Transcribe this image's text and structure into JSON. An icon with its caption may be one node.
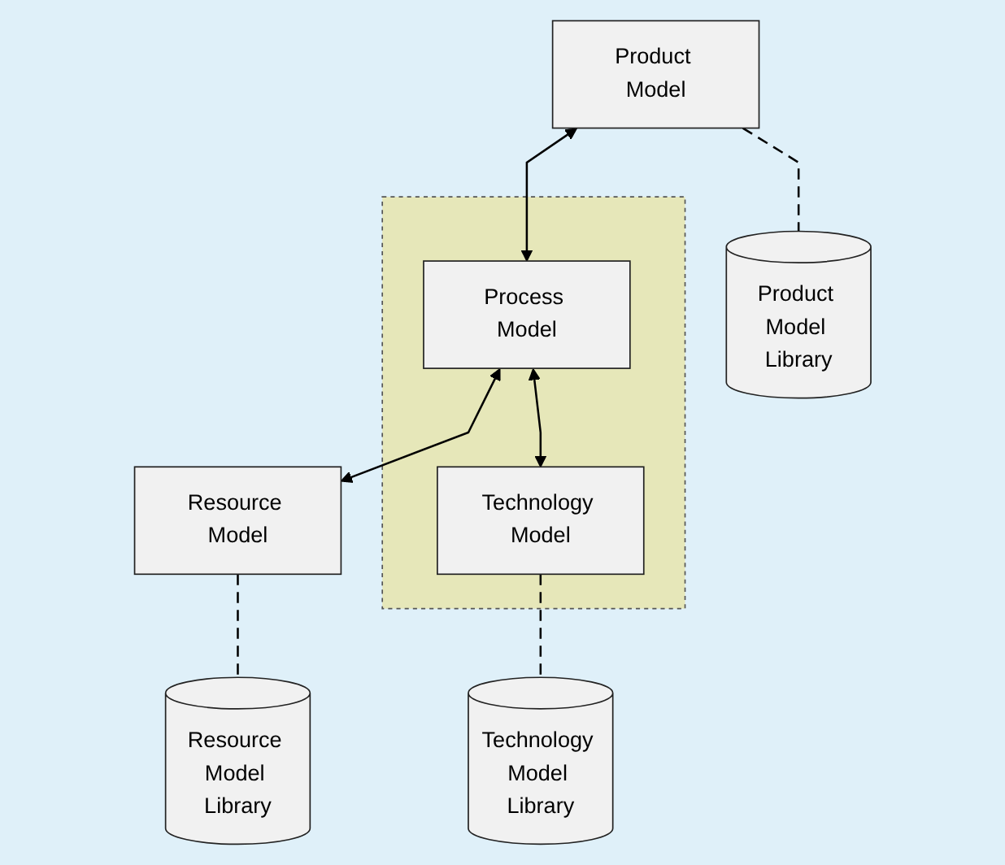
{
  "diagram": {
    "nodes": [
      {
        "text": [
          "Product Model"
        ]
      },
      {
        "text": [],
        "shape": "box"
      },
      {
        "text": [
          "Process Model"
        ],
        "in": 1
      },
      {
        "text": [
          "Technology Model"
        ],
        "in": 1
      },
      {
        "text": [
          "Resource Model"
        ]
      },
      {
        "text": [
          "Product Model Library"
        ]
      },
      {
        "text": [
          "Technology Model Library"
        ]
      },
      {
        "text": [
          "Resource Model Library"
        ]
      }
    ],
    "edges": [
      {
        "from": 0,
        "to": 2,
        "arrow": "both"
      },
      {
        "from": 2,
        "to": 4,
        "arrow": "both"
      },
      {
        "from": 2,
        "to": 3,
        "arrow": "both"
      },
      {
        "from": 0,
        "to": 5,
        "arrow": "none",
        "style": "dashed"
      },
      {
        "from": 3,
        "to": 6,
        "arrow": "none",
        "style": "dashed"
      },
      {
        "from": 4,
        "to": 7,
        "arrow": "none",
        "style": "dashed"
      }
    ]
  }
}
